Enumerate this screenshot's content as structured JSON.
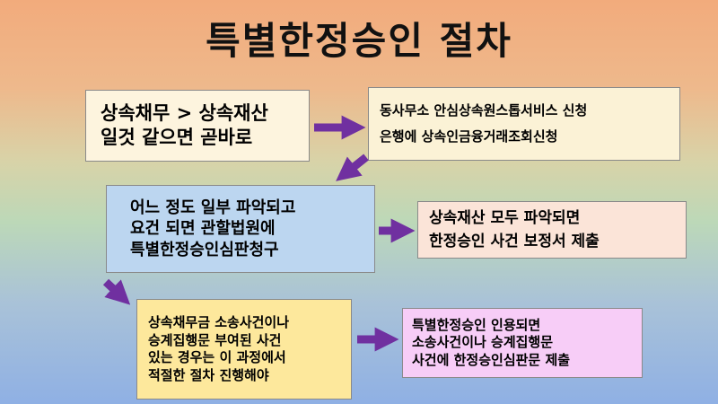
{
  "title": "특별한정승인 절차",
  "boxes": {
    "box1": [
      "상속채무 > 상속재산",
      "일것 같으면 곧바로"
    ],
    "box2": [
      "동사무소 안심상속원스톱서비스 신청",
      "은행에 상속인금융거래조회신청"
    ],
    "box3": [
      "어느 정도 일부 파악되고",
      "요건 되면 관할법원에",
      "특별한정승인심판청구"
    ],
    "box4": [
      "상속재산 모두 파악되면",
      "한정승인 사건 보정서 제출"
    ],
    "box5": [
      "상속채무금 소송사건이나",
      "승계집행문 부여된 사건",
      "있는 경우는 이 과정에서",
      "적절한 절차 진행해야"
    ],
    "box6": [
      "특별한정승인 인용되면",
      "소송사건이나 승계집행문",
      "사건에 한정승인심판문 제출"
    ]
  },
  "colors": {
    "arrow": "#7030a0"
  }
}
